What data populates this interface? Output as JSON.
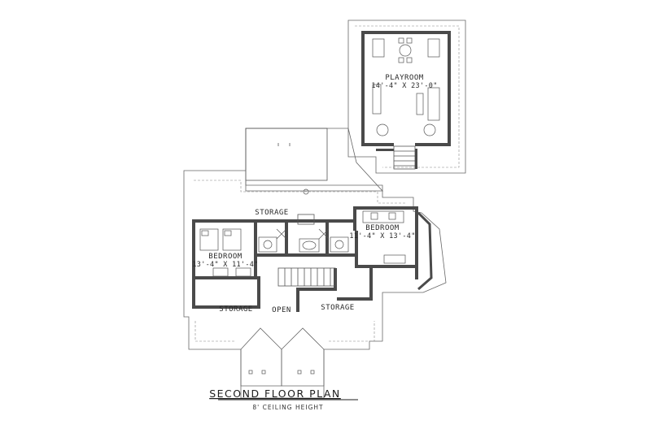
{
  "plan": {
    "title": "SECOND FLOOR PLAN",
    "subtitle": "8' CEILING HEIGHT"
  },
  "rooms": {
    "playroom": {
      "name": "PLAYROOM",
      "dims": "14'-4\" X 23'-0\""
    },
    "bedroom_right": {
      "name": "BEDROOM",
      "dims": "11'-4\" X 13'-4\""
    },
    "bedroom_left": {
      "name": "BEDROOM",
      "dims": "13'-4\" X 11'-4\""
    },
    "storage_top": {
      "name": "STORAGE"
    },
    "storage_left": {
      "name": "STORAGE"
    },
    "open": {
      "name": "OPEN"
    },
    "storage_right": {
      "name": "STORAGE"
    }
  }
}
